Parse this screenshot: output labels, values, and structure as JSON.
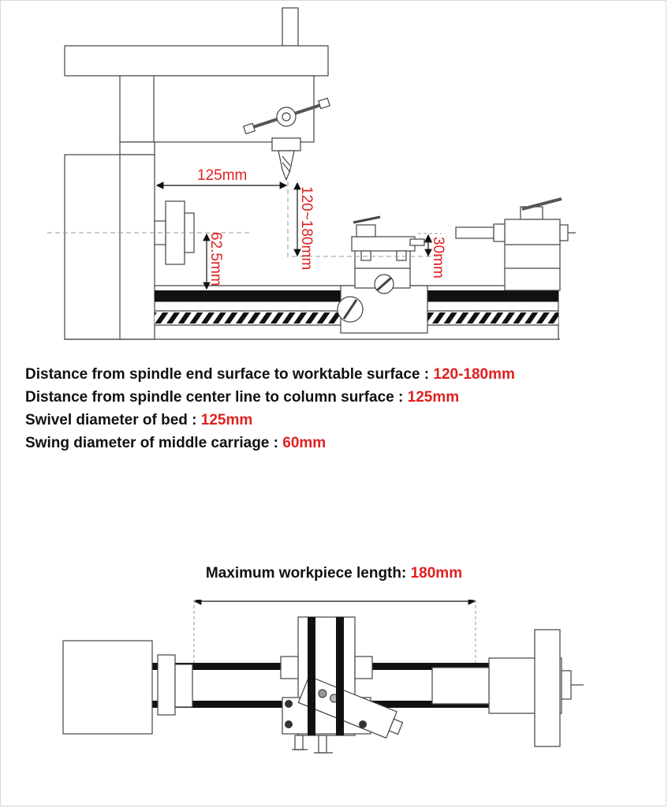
{
  "side_view": {
    "dim_column": "125mm",
    "dim_spindle_range": "120~180mm",
    "dim_center_height": "62.5mm",
    "dim_carriage": "30mm"
  },
  "specs": [
    {
      "label": "Distance from spindle end surface to worktable surface : ",
      "value": "120-180mm"
    },
    {
      "label": "Distance from spindle center line to column surface  : ",
      "value": "125mm"
    },
    {
      "label": "Swivel diameter of bed : ",
      "value": "125mm"
    },
    {
      "label": "Swing diameter of middle carriage : ",
      "value": "60mm"
    }
  ],
  "top_view": {
    "max_length_label": "Maximum workpiece length: ",
    "max_length_value": "180mm"
  },
  "colors": {
    "dimension_red": "#e02020",
    "line": "#333333",
    "bed_black": "#111111"
  }
}
